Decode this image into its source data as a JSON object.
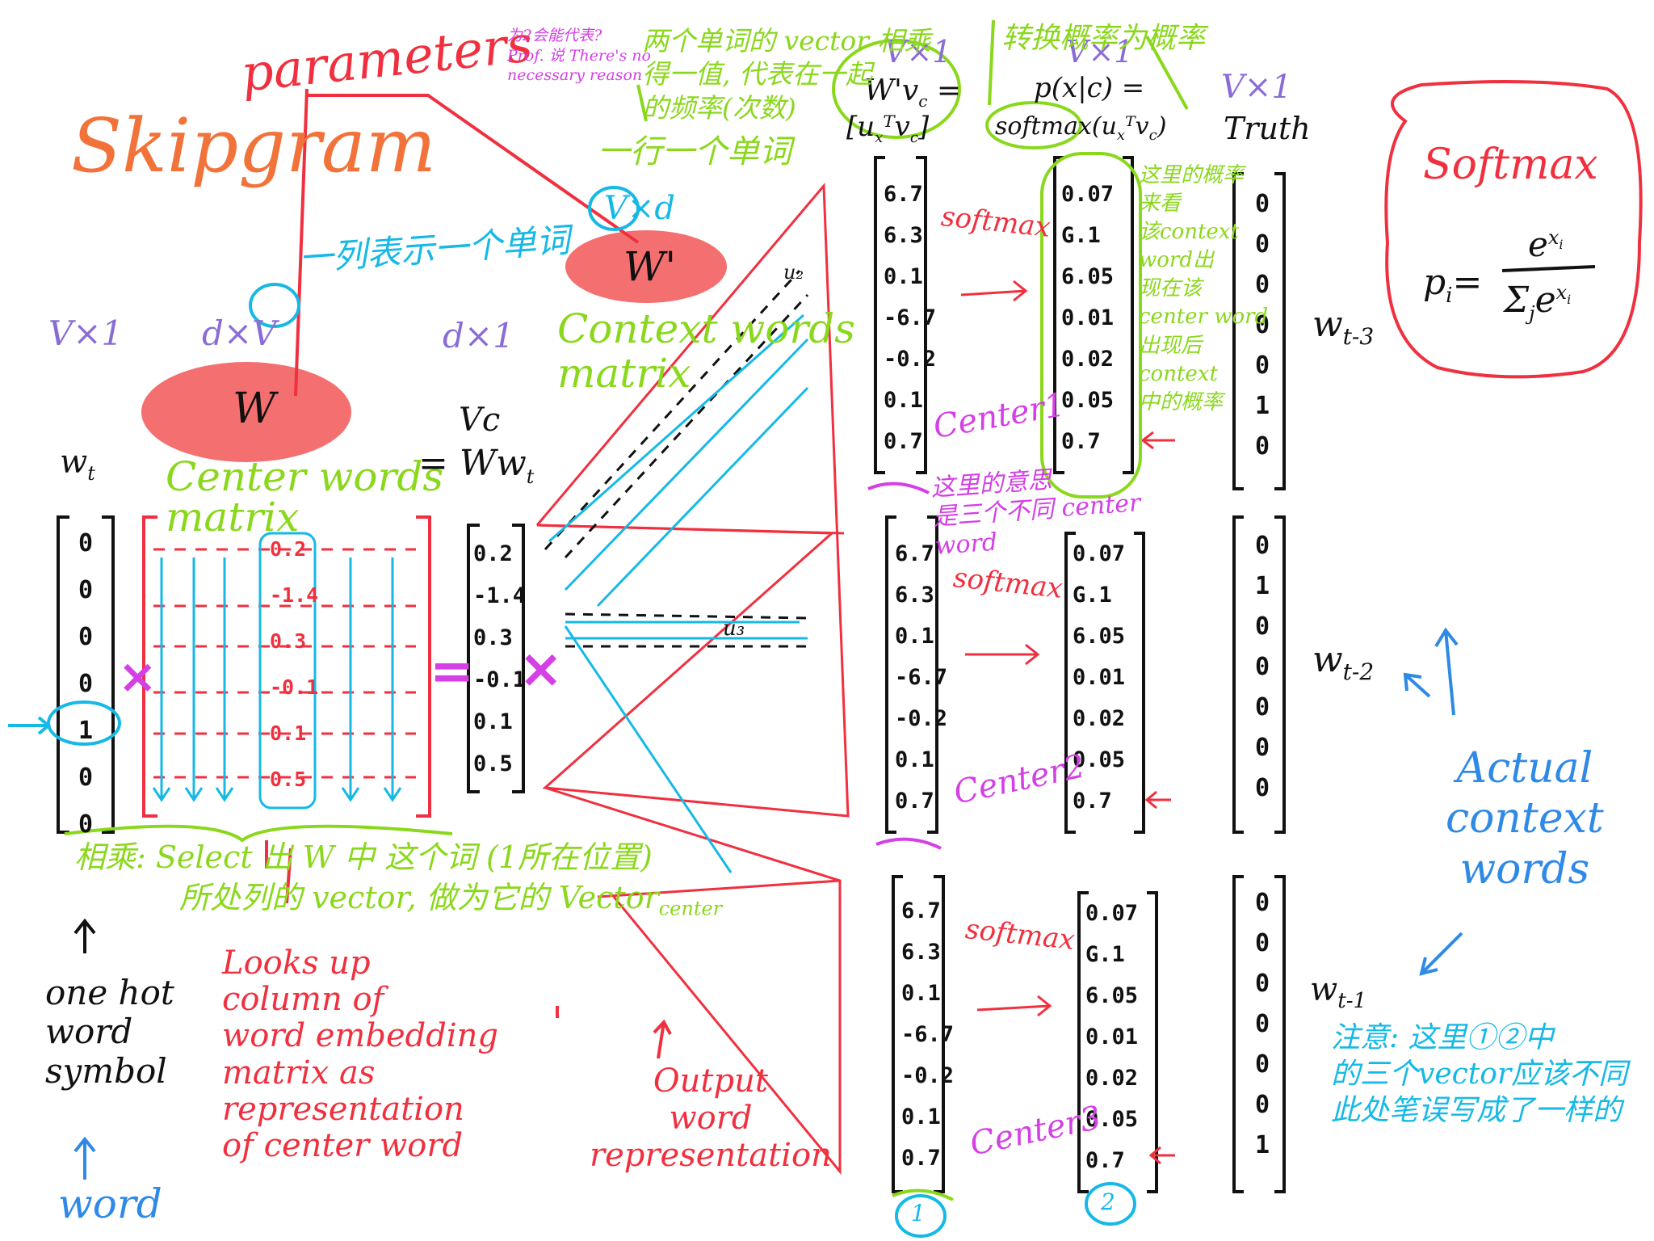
{
  "title": "Skipgram",
  "parameters_label": "parameters",
  "softmax_box": {
    "title": "Softmax",
    "formula_lhs": "p",
    "formula_sub": "i",
    "eq": "=",
    "numerator": "e",
    "numer_sup": "x",
    "numer_sup_sub": "i",
    "denominator": "Σ",
    "denom_sub": "j",
    "denom_e": "e",
    "denom_sup": "x",
    "denom_sup_sub": "i"
  },
  "labels": {
    "vx1_left": "V×1",
    "dxv": "d×V",
    "dx1": "d×1",
    "w_matrix": "W",
    "wprime_matrix": "W'",
    "vxd": "V×d",
    "wt": "w",
    "wt_sub": "t",
    "vc": "Vc",
    "vc_eq": "= Ww",
    "vc_eq_sub": "t",
    "center_words_matrix": "Center words\nmatrix",
    "context_words_matrix": "Context words\nmatrix",
    "col_note": "一列表示一个单词",
    "one_word_note": "一行一个单词",
    "u2": "u₂",
    "u3": "u₃",
    "wprime_vc_header_top_left": "V×1",
    "wprime_vc": "W'v",
    "wprime_vc_sub": "c",
    "wprime_vc_eq": "=",
    "ux_vc": "[u",
    "ux_vc_rest": "ᵀv",
    "ux_vc_end": "]",
    "ux_sub": "x",
    "ux_vc_sub": "c",
    "softmax_header_top": "V×1",
    "softmax_header_note": "转换概率为概率",
    "pxc": "p(x|c) =",
    "softmax_fn": "softmax",
    "softmax_fn_arg": "(u",
    "softmax_fn_sup": "ᵀ",
    "softmax_fn_rest": "v",
    "softmax_fn_end": ")",
    "softmax_fn_sub_x": "x",
    "softmax_fn_sub_c": "c",
    "truth_top": "V×1",
    "truth": "Truth",
    "softmax_arrow": "softmax",
    "center1": "Center1",
    "center2": "Center2",
    "center3": "Center3",
    "w_t3": "w",
    "w_t3_sub": "t-3",
    "w_t2": "w",
    "w_t2_sub": "t-2",
    "w_t1": "w",
    "w_t1_sub": "t-1",
    "actual_context_words": "Actual\ncontext\nwords",
    "one_hot": "one hot\nword\nsymbol",
    "word": "word",
    "looks_up": "Looks up\ncolumn of\nword embedding\nmatrix as\nrepresentation\nof center word",
    "output_word_rep": "Output\nword\nrepresentation",
    "select_note_line1": "相乘: Select 出 W 中 这个词 (1所在位置)",
    "select_note_line2": "所处列的 vector, 做为它的 Vector",
    "select_note_sub": "center",
    "top_note_purple": "为2会能代表?\nProf. 说 There's no\nnecessary reason",
    "top_note_green": "两个单词的 vector 相乘\n得一值, 代表在一起\n的频率(次数)",
    "prob_note": "这里的概率\n来看\n该context\nword出\n现在该\ncenter word\n出现后\ncontext\n中的概率",
    "same_center_note": "这里的意思\n是三个不同 center\nword",
    "bottom_note": "注意: 这里①②中\n的三个vector应该不同\n此处笔误写成了一样的",
    "circle1": "1",
    "circle2": "2",
    "times_sym": "×",
    "equals_sym": "="
  },
  "one_hot_vector": [
    "0",
    "0",
    "0",
    "0",
    "1",
    "0",
    "0"
  ],
  "w_matrix_column": [
    "0.2",
    "-1.4",
    "0.3",
    "-0.1",
    "0.1",
    "0.5"
  ],
  "vc_vector": [
    "0.2",
    "-1.4",
    "0.3",
    "-0.1",
    "0.1",
    "0.5"
  ],
  "uvc_vector": [
    "6.7",
    "6.3",
    "0.1",
    "-6.7",
    "-0.2",
    "0.1",
    "0.7"
  ],
  "prob_vector": [
    "0.07",
    "G.1",
    "6.05",
    "0.01",
    "0.02",
    "0.05",
    "0.7"
  ],
  "truth_vectors": [
    [
      "0",
      "0",
      "0",
      "0",
      "0",
      "1",
      "0"
    ],
    [
      "0",
      "1",
      "0",
      "0",
      "0",
      "0",
      "0"
    ],
    [
      "0",
      "0",
      "0",
      "0",
      "0",
      "0",
      "1"
    ]
  ],
  "colors": {
    "red": "#f0303f",
    "green": "#8ad81c",
    "cyan": "#16b9e6",
    "purple": "#8a6cd6",
    "magenta": "#d43fe6",
    "orange": "#f2733a",
    "blue": "#2f8ae6"
  }
}
